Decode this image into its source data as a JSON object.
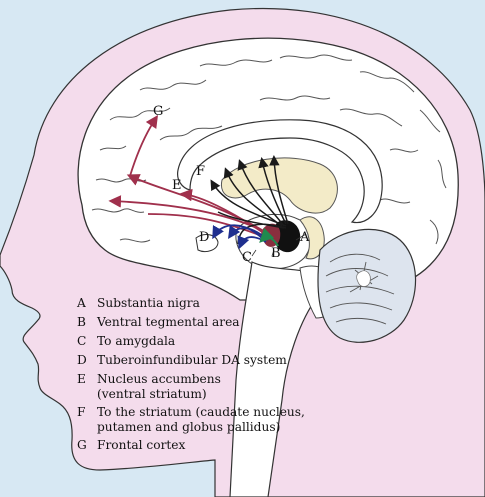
{
  "labels": {
    "A": "A",
    "B": "B",
    "C": "C",
    "D": "D",
    "E": "E",
    "F": "F",
    "G": "G"
  },
  "legend": [
    {
      "key": "A",
      "text": "Substantia nigra"
    },
    {
      "key": "B",
      "text": "Ventral tegmental area"
    },
    {
      "key": "C",
      "text": "To amygdala"
    },
    {
      "key": "D",
      "text": "Tuberoinfundibular DA system"
    },
    {
      "key": "E",
      "text": "Nucleus accumbens",
      "text2": "(ventral striatum)"
    },
    {
      "key": "F",
      "text": "To the striatum (caudate nucleus,",
      "text2": "putamen and globus pallidus)"
    },
    {
      "key": "G",
      "text": "Frontal cortex"
    }
  ],
  "colors": {
    "background": "#d7e8f3",
    "head": "#f4dcec",
    "brain": "#ffffff",
    "striatum": "#f3ebc8",
    "mesocortical_pathway": "#a0304c",
    "nigrostriatal_pathway": "#1a1a1a",
    "tuberoinfundibular_pathway": "#1f2f8f",
    "amygdala_pathway": "#1f8a4e",
    "cerebellum": "#dde4ee"
  }
}
